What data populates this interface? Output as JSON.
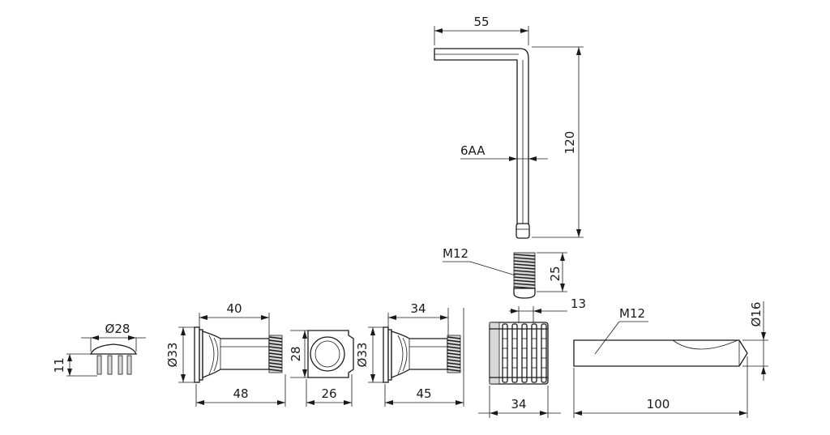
{
  "dimensions": {
    "key_width": "55",
    "key_height": "120",
    "key_hex": "6AA",
    "bolt_thread": "M12",
    "bolt_length": "25",
    "cap_diameter": "Ø28",
    "cap_height": "11",
    "post1_body": "40",
    "post1_diameter": "Ø33",
    "post1_total": "48",
    "ring_height": "28",
    "ring_width": "26",
    "post2_body": "34",
    "post2_diameter": "Ø33",
    "post2_total": "45",
    "sleeve_top": "13",
    "sleeve_width": "34",
    "pin_thread": "M12",
    "pin_diameter": "Ø16",
    "pin_length": "100"
  }
}
